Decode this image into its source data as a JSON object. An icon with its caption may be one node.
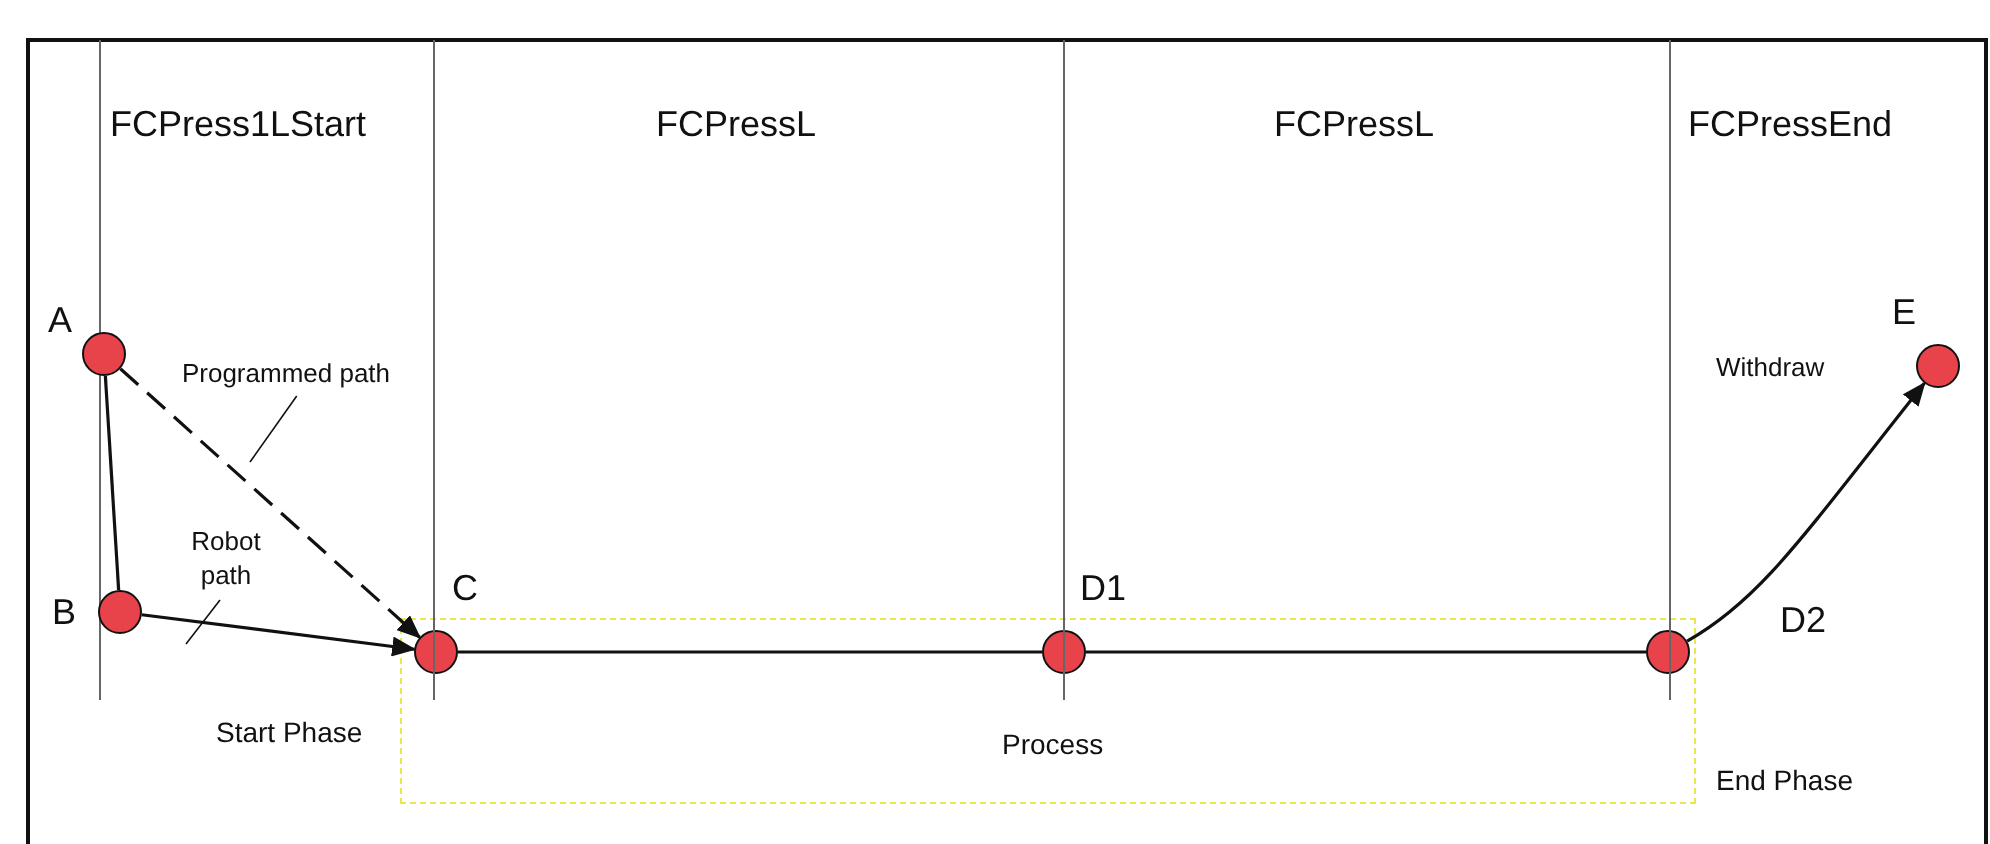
{
  "diagram": {
    "nodes": [
      {
        "text": [],
        "shape": "circle",
        "beside": [
          "A"
        ]
      },
      {
        "text": [],
        "shape": "circle",
        "beside": [
          "B"
        ]
      },
      {
        "text": [],
        "shape": "circle",
        "beside": [
          "C"
        ],
        "in": 8
      },
      {
        "text": [],
        "shape": "circle",
        "beside": [
          "D1"
        ],
        "in": 8
      },
      {
        "text": [],
        "shape": "circle",
        "beside": [
          "D2"
        ],
        "in": 8
      },
      {
        "text": [],
        "shape": "circle",
        "beside": [
          "E"
        ]
      },
      {
        "text": [
          "Programmed path"
        ]
      },
      {
        "text": [
          "Robot path"
        ]
      },
      {
        "text": [
          "Process"
        ],
        "beside": [
          "Start Phase",
          "End Phase"
        ]
      }
    ],
    "edges": [
      {
        "from": 0,
        "to": 1,
        "arrow": "none"
      },
      {
        "from": 0,
        "to": 2,
        "arrow": "to",
        "style": "dashed"
      },
      {
        "from": 1,
        "to": 2,
        "arrow": "to"
      },
      {
        "from": 2,
        "to": 3,
        "arrow": "none"
      },
      {
        "from": 3,
        "to": 4,
        "arrow": "none"
      },
      {
        "from": 4,
        "to": 5,
        "arrow": "to",
        "label": "Withdraw"
      },
      {
        "from": 6,
        "to": null,
        "arrow": "none"
      },
      {
        "from": 7,
        "to": null,
        "arrow": "none"
      }
    ],
    "labels": [
      "FCPress1LStart",
      "FCPressL",
      "FCPressL",
      "FCPressEnd"
    ]
  }
}
